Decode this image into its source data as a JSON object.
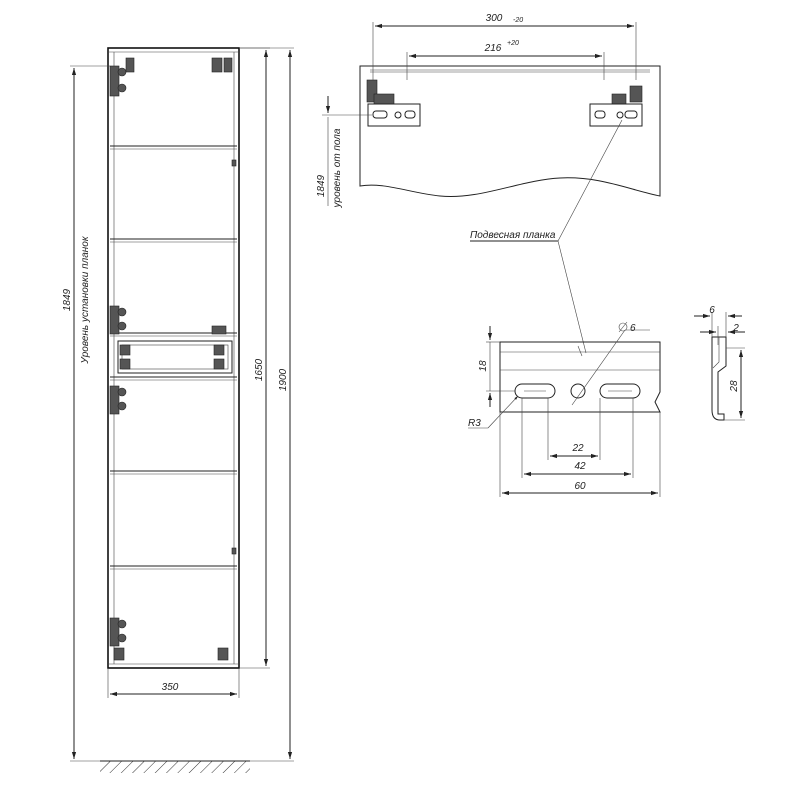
{
  "dims": {
    "width_350": "350",
    "height_1650": "1650",
    "height_1900": "1900",
    "level_1849_left": "1849",
    "level_caption_left": "Уровень установки планок",
    "top_300": "300",
    "top_300_tol": "-20",
    "top_216": "216",
    "top_216_tol": "+20",
    "level_1849_top": "1849",
    "level_caption_top": "уровень от пола",
    "rail_label": "Подвесная планка",
    "hole_d": "6",
    "r3": "R3",
    "h18": "18",
    "d22": "22",
    "d42": "42",
    "d60": "60",
    "p6": "6",
    "p2": "2",
    "p28": "28"
  }
}
